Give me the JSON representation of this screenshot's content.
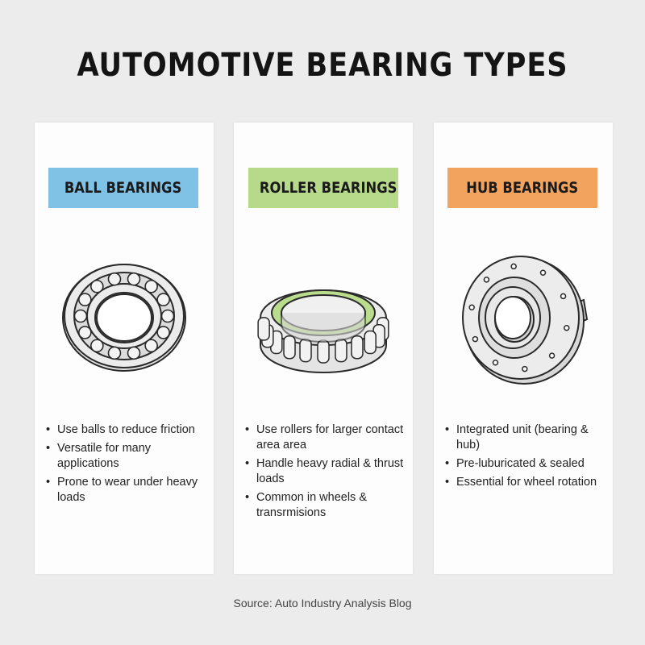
{
  "title": "AUTOMOTIVE BEARING TYPES",
  "cards": [
    {
      "label": "BALL BEARINGS",
      "color": "#80c2e6",
      "icon": "ball-bearing-icon",
      "bullets": [
        "Use balls to reduce friction",
        "Versatile for many applications",
        "Prone to wear under heavy loads"
      ]
    },
    {
      "label": "ROLLER BEARINGS",
      "color": "#b7d98a",
      "icon": "roller-bearing-icon",
      "bullets": [
        "Use rollers for larger contact area area",
        "Handle heavy radial & thrust loads",
        "Common in wheels & transrmisions"
      ]
    },
    {
      "label": "HUB BEARINGS",
      "color": "#f2a35d",
      "icon": "hub-bearing-icon",
      "bullets": [
        "Integrated unit (bearing & hub)",
        "Pre-luburicated & sealed",
        "Essential for wheel rotation"
      ]
    }
  ],
  "source": "Source: Auto Industry Analysis Blog"
}
